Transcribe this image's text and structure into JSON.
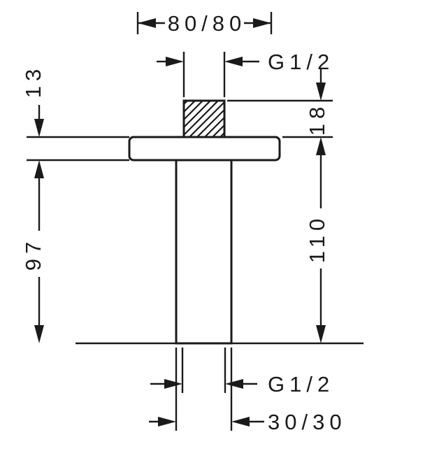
{
  "drawing": {
    "colors": {
      "line": "#1a1a1a",
      "background": "#ffffff"
    },
    "dims": {
      "top_width": "80/80",
      "top_thread": "G1/2",
      "plate_thickness": "13",
      "stub_height": "18",
      "pipe_length": "97",
      "overall_length": "110",
      "bottom_thread": "G1/2",
      "pipe_section": "30/30"
    }
  }
}
